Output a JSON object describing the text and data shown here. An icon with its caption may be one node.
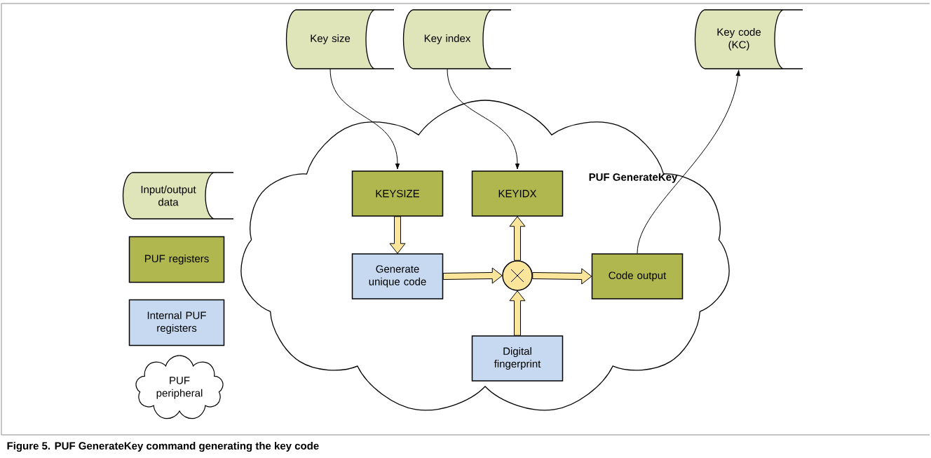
{
  "diagram": {
    "caption": "Figure 5.  PUF GenerateKey command generating the key code",
    "nodes": [
      {
        "text": [
          "PUF GenerateKey"
        ]
      },
      {
        "text": [
          "Key size"
        ]
      },
      {
        "text": [
          "Key index"
        ]
      },
      {
        "text": [
          "Key code (KC)"
        ]
      },
      {
        "text": [
          "KEYSIZE"
        ],
        "in": 0
      },
      {
        "text": [
          "KEYIDX"
        ],
        "in": 0
      },
      {
        "text": [
          "Generate unique code"
        ],
        "in": 0
      },
      {
        "text": [],
        "shape": "circle",
        "in": 0
      },
      {
        "text": [
          "Code output"
        ],
        "in": 0
      },
      {
        "text": [
          "Digital fingerprint"
        ],
        "in": 0
      }
    ],
    "edges": [
      {
        "from": 1,
        "to": 4,
        "arrow": "to"
      },
      {
        "from": 2,
        "to": 5,
        "arrow": "to"
      },
      {
        "from": 8,
        "to": 3,
        "arrow": "to"
      },
      {
        "from": 4,
        "to": 6,
        "arrow": "to",
        "style": "thick"
      },
      {
        "from": 6,
        "to": 7,
        "arrow": "to",
        "style": "thick"
      },
      {
        "from": 7,
        "to": 5,
        "arrow": "to",
        "style": "thick"
      },
      {
        "from": 7,
        "to": 8,
        "arrow": "to",
        "style": "thick"
      },
      {
        "from": 9,
        "to": 7,
        "arrow": "to",
        "style": "thick"
      }
    ],
    "legend": [
      {
        "text": "Input/output data"
      },
      {
        "text": "PUF registers",
        "color": "#b0b74e"
      },
      {
        "text": "Internal PUF registers",
        "color": "#c6d9f0"
      },
      {
        "text": "PUF peripheral"
      }
    ]
  }
}
